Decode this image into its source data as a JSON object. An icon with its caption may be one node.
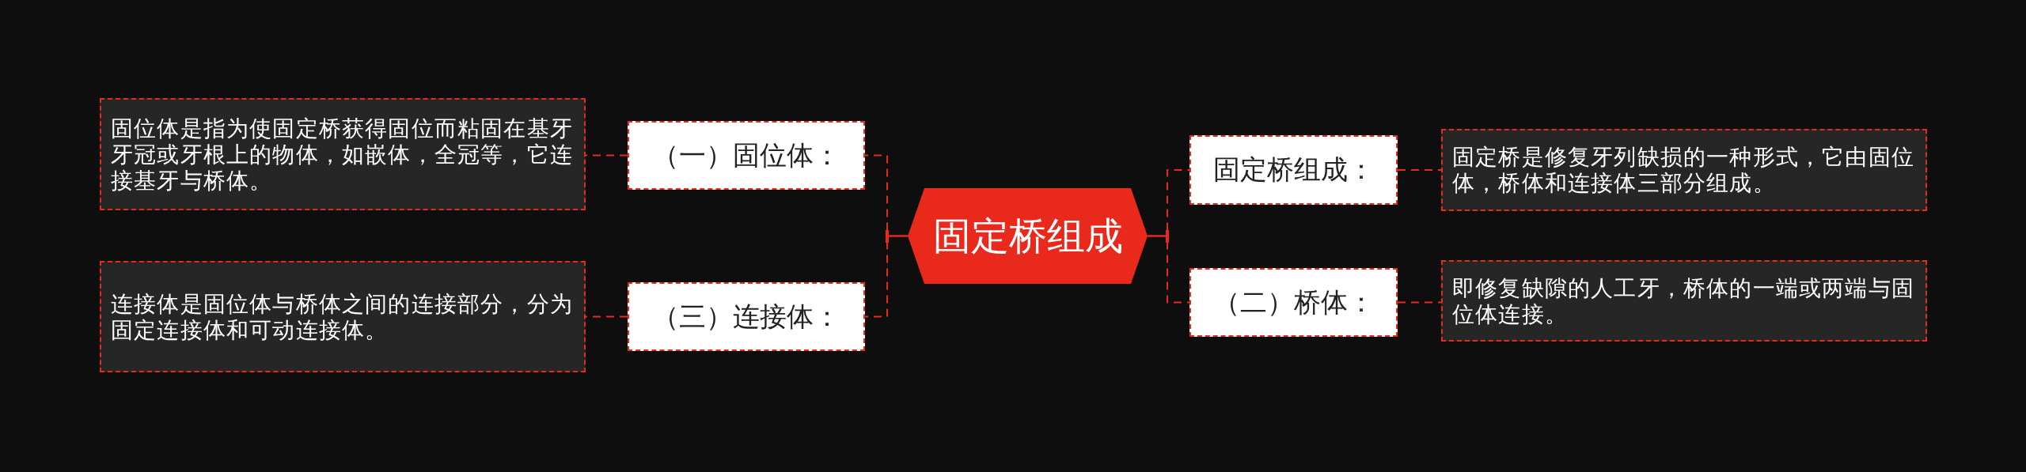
{
  "diagram": {
    "nodes": [
      {
        "text": [
          "固定桥组成"
        ]
      },
      {
        "text": [
          "固定桥组成："
        ]
      },
      {
        "text": [
          "固定桥是修复牙列缺损的一种形式，它由固位体，桥体和连接体三部分组成。"
        ]
      },
      {
        "text": [
          "（二）桥体："
        ]
      },
      {
        "text": [
          "即修复缺隙的人工牙，桥体的一端或两端与固位体连接。"
        ]
      },
      {
        "text": [
          "（一）固位体："
        ]
      },
      {
        "text": [
          "固位体是指为使固定桥获得固位而粘固在基牙牙冠或牙根上的物体，如嵌体，全冠等，它连接基牙与桥体。"
        ]
      },
      {
        "text": [
          "（三）连接体："
        ]
      },
      {
        "text": [
          "连接体是固位体与桥体之间的连接部分，分为固定连接体和可动连接体。"
        ]
      }
    ],
    "edges": [
      {
        "from": 0,
        "to": 1,
        "arrow": "none",
        "style": "dashed"
      },
      {
        "from": 1,
        "to": 2,
        "arrow": "none",
        "style": "dashed"
      },
      {
        "from": 0,
        "to": 3,
        "arrow": "none",
        "style": "dashed"
      },
      {
        "from": 3,
        "to": 4,
        "arrow": "none",
        "style": "dashed"
      },
      {
        "from": 0,
        "to": 5,
        "arrow": "none",
        "style": "dashed"
      },
      {
        "from": 5,
        "to": 6,
        "arrow": "none",
        "style": "dashed"
      },
      {
        "from": 0,
        "to": 7,
        "arrow": "none",
        "style": "dashed"
      },
      {
        "from": 7,
        "to": 8,
        "arrow": "none",
        "style": "dashed"
      }
    ]
  }
}
